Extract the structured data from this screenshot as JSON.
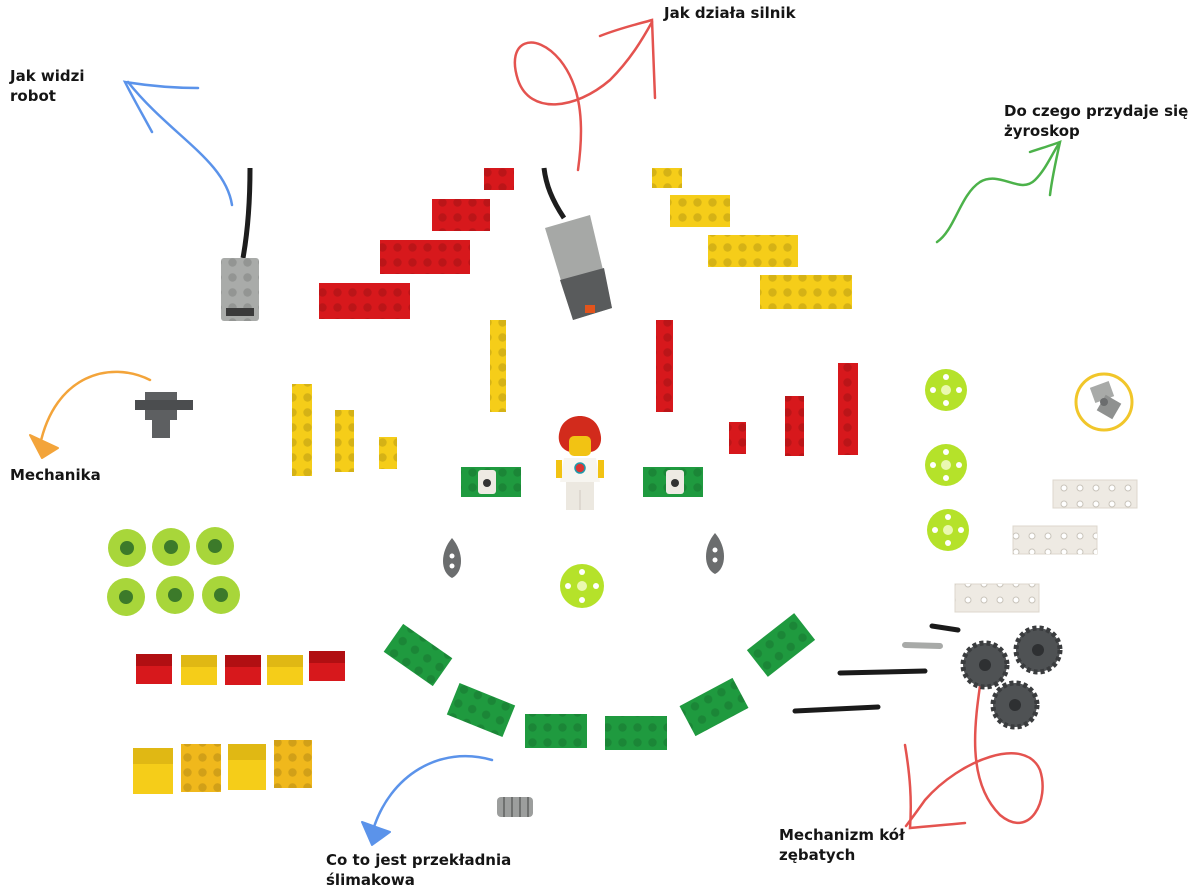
{
  "labels": {
    "vision": {
      "line1": "Jak widzi",
      "line2": "robot"
    },
    "motor": {
      "line1": "Jak działa silnik"
    },
    "gyro": {
      "line1": "Do czego przydaje się",
      "line2": "żyroskop"
    },
    "mechanics": {
      "line1": "Mechanika"
    },
    "worm_gear": {
      "line1": "Co to jest przekładnia",
      "line2": "ślimakowa"
    },
    "gear_train": {
      "line1": "Mechanizm kół",
      "line2": "zębatych"
    }
  },
  "colors": {
    "red": "#d7181c",
    "yellow": "#f5cd19",
    "green": "#1f9a3f",
    "lime": "#b5e22a",
    "dark_gray": "#5d5f61",
    "light_gray": "#a8aaa8",
    "white_part": "#eeeae3",
    "arrow_blue": "#5b93ea",
    "arrow_red": "#e4534f",
    "arrow_green": "#4cb24a",
    "arrow_orange": "#f3a43a",
    "circle_yellow": "#f1c62a"
  }
}
